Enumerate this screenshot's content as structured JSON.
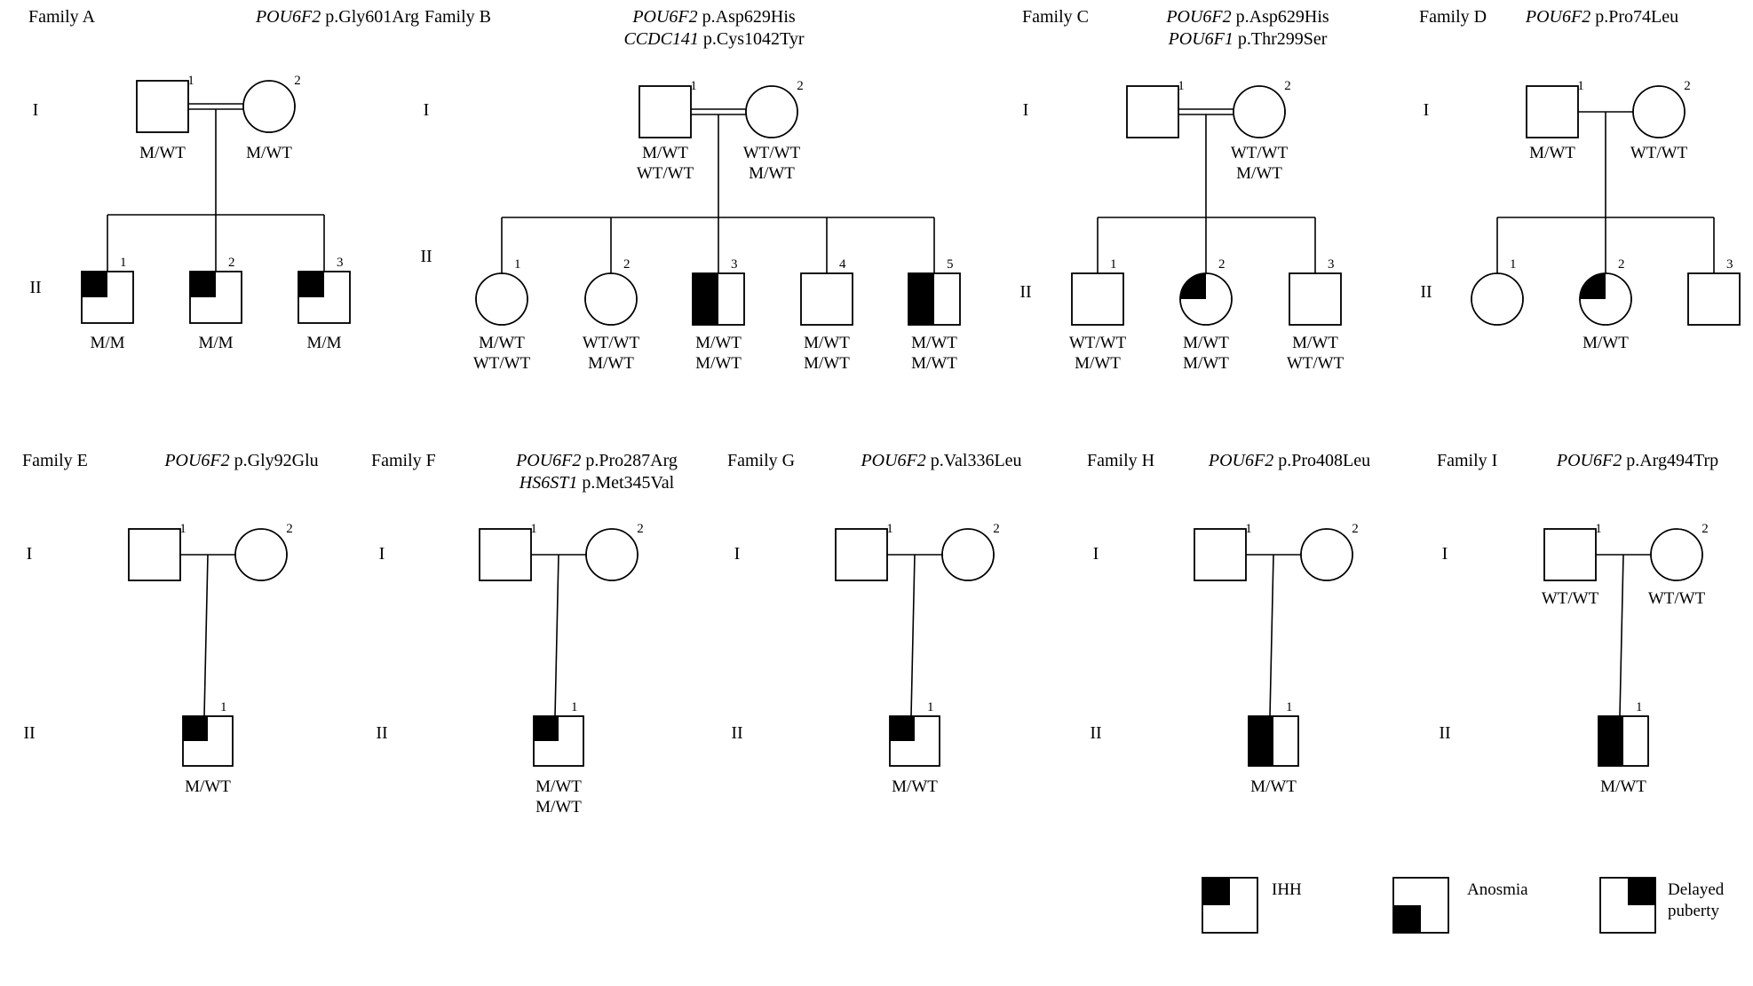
{
  "generations": [
    "I",
    "II"
  ],
  "families": [
    {
      "label": "Family A",
      "variants": [
        {
          "gene": "POU6F2",
          "change": "p.Gly601Arg"
        }
      ],
      "parents": {
        "father": {
          "num": "1",
          "geno": [
            "M/WT"
          ]
        },
        "mother": {
          "num": "2",
          "geno": [
            "M/WT"
          ]
        }
      },
      "children": [
        {
          "num": "1",
          "geno": [
            "M/M"
          ]
        },
        {
          "num": "2",
          "geno": [
            "M/M"
          ]
        },
        {
          "num": "3",
          "geno": [
            "M/M"
          ]
        }
      ]
    },
    {
      "label": "Family B",
      "variants": [
        {
          "gene": "POU6F2",
          "change": "p.Asp629His"
        },
        {
          "gene": "CCDC141",
          "change": "p.Cys1042Tyr"
        }
      ],
      "parents": {
        "father": {
          "num": "1",
          "geno": [
            "M/WT",
            "WT/WT"
          ]
        },
        "mother": {
          "num": "2",
          "geno": [
            "WT/WT",
            "M/WT"
          ]
        }
      },
      "children": [
        {
          "num": "1",
          "geno": [
            "M/WT",
            "WT/WT"
          ]
        },
        {
          "num": "2",
          "geno": [
            "WT/WT",
            "M/WT"
          ]
        },
        {
          "num": "3",
          "geno": [
            "M/WT",
            "M/WT"
          ]
        },
        {
          "num": "4",
          "geno": [
            "M/WT",
            "M/WT"
          ]
        },
        {
          "num": "5",
          "geno": [
            "M/WT",
            "M/WT"
          ]
        }
      ]
    },
    {
      "label": "Family C",
      "variants": [
        {
          "gene": "POU6F2",
          "change": "p.Asp629His"
        },
        {
          "gene": "POU6F1",
          "change": "p.Thr299Ser"
        }
      ],
      "parents": {
        "father": {
          "num": "1",
          "geno": []
        },
        "mother": {
          "num": "2",
          "geno": [
            "WT/WT",
            "M/WT"
          ]
        }
      },
      "children": [
        {
          "num": "1",
          "geno": [
            "WT/WT",
            "M/WT"
          ]
        },
        {
          "num": "2",
          "geno": [
            "M/WT",
            "M/WT"
          ]
        },
        {
          "num": "3",
          "geno": [
            "M/WT",
            "WT/WT"
          ]
        }
      ]
    },
    {
      "label": "Family D",
      "variants": [
        {
          "gene": "POU6F2",
          "change": "p.Pro74Leu"
        }
      ],
      "parents": {
        "father": {
          "num": "1",
          "geno": [
            "M/WT"
          ]
        },
        "mother": {
          "num": "2",
          "geno": [
            "WT/WT"
          ]
        }
      },
      "children": [
        {
          "num": "1",
          "geno": []
        },
        {
          "num": "2",
          "geno": [
            "M/WT"
          ]
        },
        {
          "num": "3",
          "geno": []
        }
      ]
    },
    {
      "label": "Family E",
      "variants": [
        {
          "gene": "POU6F2",
          "change": "p.Gly92Glu"
        }
      ],
      "parents": {
        "father": {
          "num": "1",
          "geno": []
        },
        "mother": {
          "num": "2",
          "geno": []
        }
      },
      "children": [
        {
          "num": "1",
          "geno": [
            "M/WT"
          ]
        }
      ]
    },
    {
      "label": "Family F",
      "variants": [
        {
          "gene": "POU6F2",
          "change": "p.Pro287Arg"
        },
        {
          "gene": "HS6ST1",
          "change": "p.Met345Val"
        }
      ],
      "parents": {
        "father": {
          "num": "1",
          "geno": []
        },
        "mother": {
          "num": "2",
          "geno": []
        }
      },
      "children": [
        {
          "num": "1",
          "geno": [
            "M/WT",
            "M/WT"
          ]
        }
      ]
    },
    {
      "label": "Family G",
      "variants": [
        {
          "gene": "POU6F2",
          "change": "p.Val336Leu"
        }
      ],
      "parents": {
        "father": {
          "num": "1",
          "geno": []
        },
        "mother": {
          "num": "2",
          "geno": []
        }
      },
      "children": [
        {
          "num": "1",
          "geno": [
            "M/WT"
          ]
        }
      ]
    },
    {
      "label": "Family H",
      "variants": [
        {
          "gene": "POU6F2",
          "change": "p.Pro408Leu"
        }
      ],
      "parents": {
        "father": {
          "num": "1",
          "geno": []
        },
        "mother": {
          "num": "2",
          "geno": []
        }
      },
      "children": [
        {
          "num": "1",
          "geno": [
            "M/WT"
          ]
        }
      ]
    },
    {
      "label": "Family I",
      "variants": [
        {
          "gene": "POU6F2",
          "change": "p.Arg494Trp"
        }
      ],
      "parents": {
        "father": {
          "num": "1",
          "geno": [
            "WT/WT"
          ]
        },
        "mother": {
          "num": "2",
          "geno": [
            "WT/WT"
          ]
        }
      },
      "children": [
        {
          "num": "1",
          "geno": [
            "M/WT"
          ]
        }
      ]
    }
  ],
  "legend": [
    {
      "label": "IHH",
      "marker": "top-left-quadrant"
    },
    {
      "label": "Anosmia",
      "marker": "bottom-left-quadrant"
    },
    {
      "label": "Delayed puberty",
      "marker": "top-right-quadrant"
    }
  ],
  "colors": {
    "line": "#000000",
    "affected_fill": "#000000",
    "background": "#ffffff"
  }
}
